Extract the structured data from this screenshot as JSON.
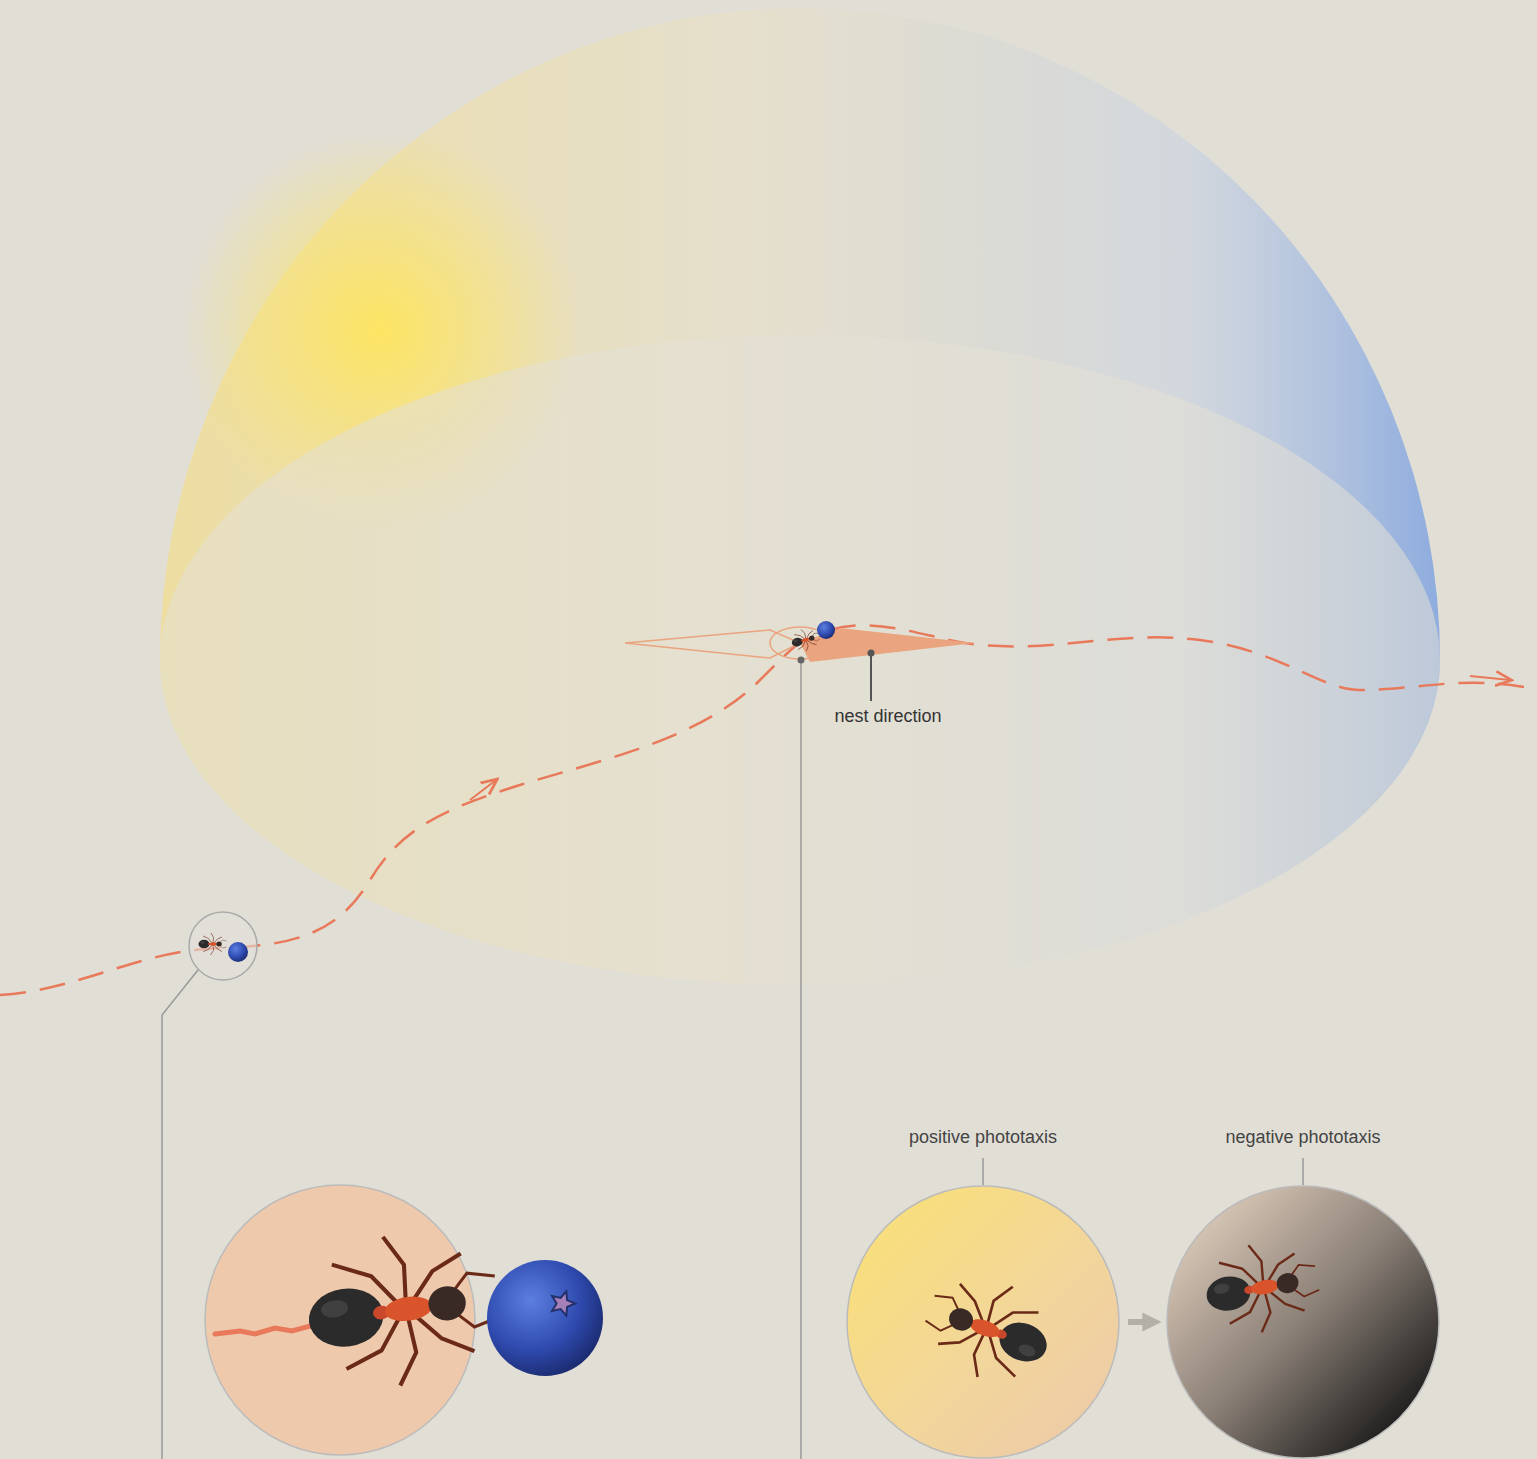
{
  "diagram": {
    "nodes": [
      {
        "text": [
          "positive phototaxis"
        ]
      },
      {
        "text": [
          "negative phototaxis"
        ]
      }
    ],
    "edges": [
      {
        "from": 0,
        "to": 1,
        "arrow": "to"
      }
    ],
    "labels": [
      "nest direction"
    ]
  }
}
